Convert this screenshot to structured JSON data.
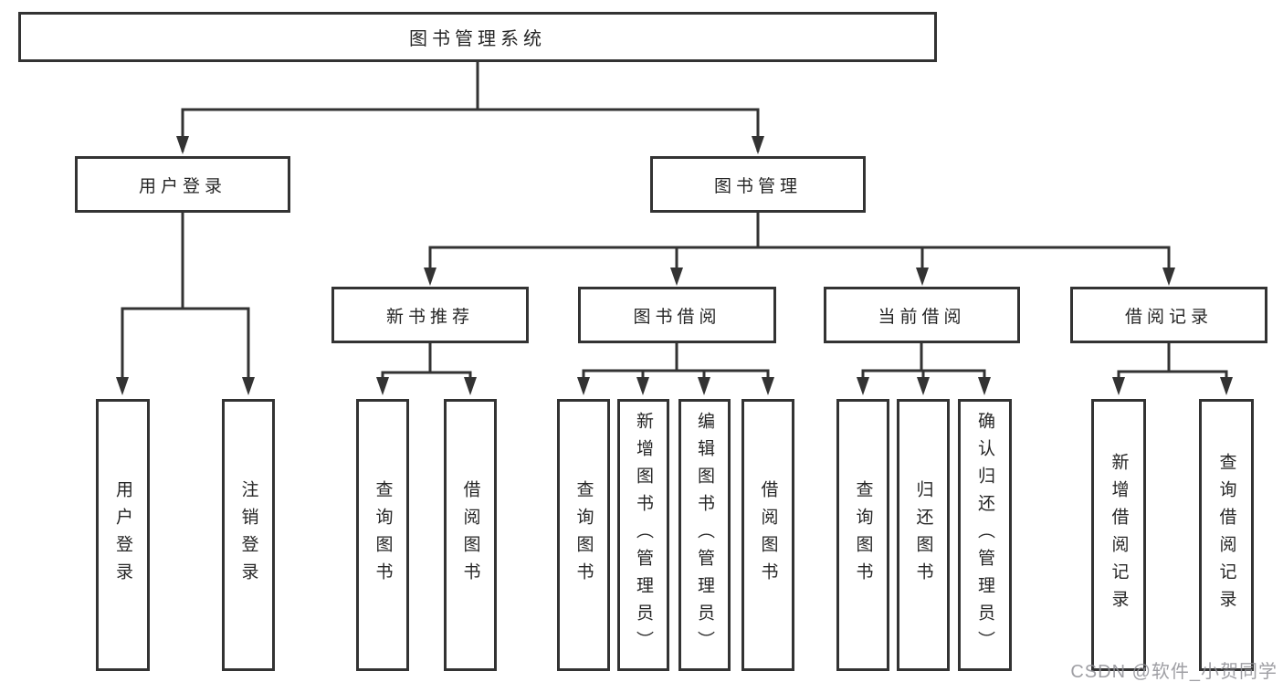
{
  "tree": {
    "root": {
      "label": "图书管理系统"
    },
    "children": [
      {
        "label": "用户登录",
        "children": [
          {
            "label": "用户登录"
          },
          {
            "label": "注销登录"
          }
        ]
      },
      {
        "label": "图书管理",
        "children": [
          {
            "label": "新书推荐",
            "children": [
              {
                "label": "查询图书"
              },
              {
                "label": "借阅图书"
              }
            ]
          },
          {
            "label": "图书借阅",
            "children": [
              {
                "label": "查询图书"
              },
              {
                "label": "新增图书（管理员）"
              },
              {
                "label": "编辑图书（管理员）"
              },
              {
                "label": "借阅图书"
              }
            ]
          },
          {
            "label": "当前借阅",
            "children": [
              {
                "label": "查询图书"
              },
              {
                "label": "归还图书"
              },
              {
                "label": "确认归还（管理员）"
              }
            ]
          },
          {
            "label": "借阅记录",
            "children": [
              {
                "label": "新增借阅记录"
              },
              {
                "label": "查询借阅记录"
              }
            ]
          }
        ]
      }
    ]
  },
  "watermark": {
    "text": "CSDN @软件_小贺同学"
  },
  "colors": {
    "line": "#333333",
    "box_border": "#333333",
    "text": "#262626",
    "background": "#ffffff",
    "watermark": "#8e8e94"
  }
}
